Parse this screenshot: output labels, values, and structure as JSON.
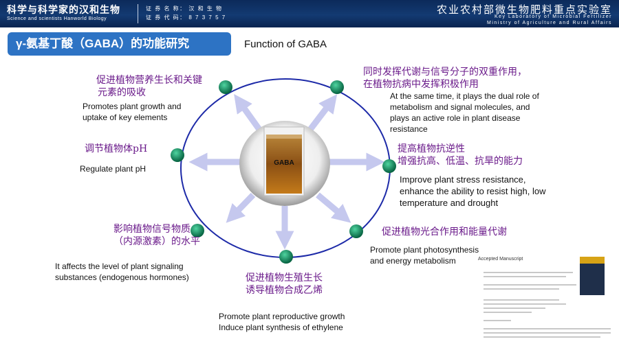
{
  "header": {
    "left_title": "科学与科学家的汉和生物",
    "left_subtitle": "Science and scientists Hanworld Biology",
    "cert_name": "证 券 名 称： 汉 和 生 物",
    "cert_code": "证 券 代 码： 8 7 3 7 5 7",
    "right_title": "农业农村部微生物肥料重点实验室",
    "right_en_1": "Key Laboratory of Microbial Fertilizer",
    "right_en_2": "Ministry of Agriculture and Rural Affairs"
  },
  "slide": {
    "title_cn": "γ-氨基丁酸（GABA）的功能研究",
    "title_en": "Function of GABA",
    "center_label": "GABA"
  },
  "functions": [
    {
      "cn": [
        "促进植物营养生长和关键",
        "元素的吸收"
      ],
      "en": [
        "Promotes plant growth and",
        "uptake of key elements"
      ]
    },
    {
      "cn": [
        "同时发挥代谢与信号分子的双重作用，",
        "在植物抗病中发挥积极作用"
      ],
      "en": [
        "At the same time, it plays the dual role of",
        "metabolism and signal molecules, and",
        "plays an active role in plant disease",
        "resistance"
      ]
    },
    {
      "cn": [
        "调节植物体pH"
      ],
      "en": [
        "Regulate plant pH"
      ]
    },
    {
      "cn": [
        "提高植物抗逆性",
        "增强抗高、低温、抗旱的能力"
      ],
      "en": [
        "Improve plant stress resistance,",
        "enhance the ability to resist high, low",
        "temperature and drought"
      ]
    },
    {
      "cn": [
        "影响植物信号物质",
        "（内源激素）的水平"
      ],
      "en": [
        "It affects the level of plant signaling",
        "substances (endogenous hormones)"
      ]
    },
    {
      "cn": [
        "促进植物光合作用和能量代谢"
      ],
      "en": [
        "Promote plant photosynthesis",
        "and energy metabolism"
      ]
    },
    {
      "cn": [
        "促进植物生殖生长",
        "诱导植物合成乙烯"
      ],
      "en": [
        "Promote plant reproductive growth",
        "Induce plant synthesis of ethylene"
      ]
    }
  ],
  "paper": {
    "heading": "Accepted Manuscript"
  },
  "colors": {
    "header_bg": "#0c2a5a",
    "title_box": "#2d73c4",
    "node": "#0b7a5a",
    "arrow": "#c5c8ee",
    "circle": "#1d2aa8",
    "cn_text": "#6a1a8a"
  }
}
